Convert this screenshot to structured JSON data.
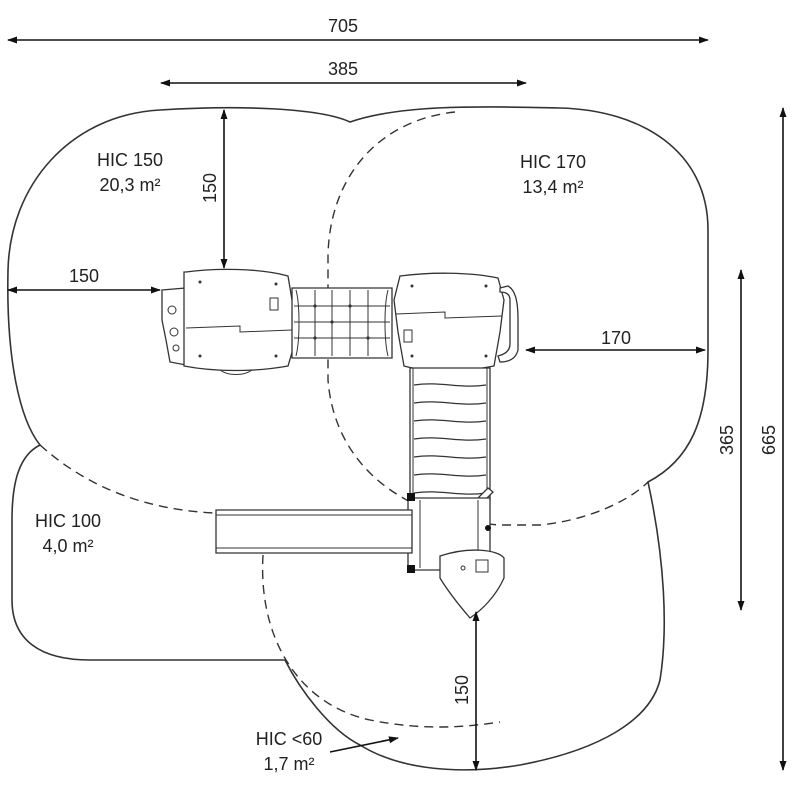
{
  "dimensions": {
    "total_width": "705",
    "inner_width": "385",
    "total_height": "665",
    "inner_height": "365",
    "left_margin": "150",
    "top_margin": "150",
    "right_margin": "170",
    "bottom_margin": "150"
  },
  "zones": {
    "hic150": {
      "label": "HIC 150",
      "area": "20,3 m²"
    },
    "hic170": {
      "label": "HIC 170",
      "area": "13,4 m²"
    },
    "hic100": {
      "label": "HIC 100",
      "area": "4,0 m²"
    },
    "hic60": {
      "label": "HIC <60",
      "area": "1,7 m²"
    }
  },
  "colors": {
    "line": "#333333",
    "text": "#222222",
    "background": "#ffffff"
  }
}
